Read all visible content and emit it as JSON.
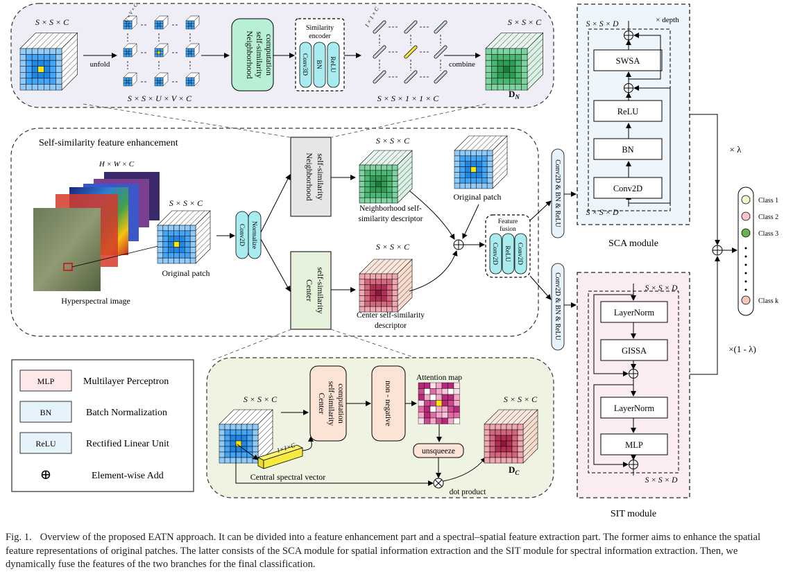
{
  "top_panel": {
    "input_dims": "S × S × C",
    "unfold_label": "unfold",
    "unfolded_dims": "S × S × U × V × C",
    "small_dims_uvc": "U × V × C",
    "neighborhood_computation": [
      "Neighborhood",
      "self-similarity",
      "computation"
    ],
    "similarity_encoder_title": [
      "Similarity",
      "encoder"
    ],
    "encoder_layers": [
      "Conv3D",
      "BN",
      "ReLU"
    ],
    "vector_dims_1c": "1 × 1 × C",
    "encoded_dims": "S × S × 1 × 1 × C",
    "combine_label": "combine",
    "output_dims": "S × S × C",
    "output_name": "D",
    "output_sub": "N"
  },
  "enhancement": {
    "title": "Self-similarity feature enhancement",
    "hsi_dims": "H × W × C",
    "hsi_label": "Hyperspectral image",
    "patch_dims": "S × S × C",
    "patch_label": "Original patch",
    "normalize_layers": [
      "Normalize",
      "Conv2D"
    ],
    "neighborhood_box": [
      "Neighborhood",
      "self-similarity"
    ],
    "center_box": [
      "Center",
      "self-similarity"
    ],
    "nss_dims": "S × S × C",
    "nss_label": [
      "Neighborhood self-",
      "similarity descriptor"
    ],
    "css_dims": "S × S × C",
    "css_label": [
      "Center self-similarity",
      "descriptor"
    ],
    "orig_patch_label": "Original patch",
    "fusion_title": [
      "Feature",
      "fusion"
    ],
    "fusion_layers": [
      "Conv2D",
      "ReLU",
      "Conv2D"
    ]
  },
  "branches": {
    "sca_input": "Conv2D & BN & ReLU",
    "sit_input": "Conv2D & BN & ReLU"
  },
  "sca": {
    "title": "SCA module",
    "depth_label": "× depth",
    "top_dims": "S × S × D",
    "bottom_dims": "S × S × D",
    "blocks": [
      "SWSA",
      "ReLU",
      "BN",
      "Conv2D"
    ],
    "weight_label": "× λ"
  },
  "sit": {
    "title": "SIT module",
    "top_dims": "S × S × D",
    "bottom_dims": "S × S × D",
    "blocks": [
      "LayerNorm",
      "GISSA",
      "LayerNorm",
      "MLP"
    ],
    "weight_label": "×(1 - λ)"
  },
  "classes": {
    "items": [
      {
        "label": "Class 1",
        "color": "#f3f6c8"
      },
      {
        "label": "Class 2",
        "color": "#f7c6cc"
      },
      {
        "label": "Class 3",
        "color": "#6ab04c"
      },
      {
        "label": "Class k",
        "color": "#f5c9b8"
      }
    ]
  },
  "center_detail": {
    "input_dims": "S × S × C",
    "computation": [
      "Center",
      "self-similarity",
      "computation"
    ],
    "nonneg": [
      "non - negative"
    ],
    "attention_label": "Attention map",
    "unsqueeze_label": "unsqueeze",
    "vector_dims": "1×1×C",
    "vector_label": "Central spectral vector",
    "dot_label": "dot product",
    "output_dims": "S × S × C",
    "output_name": "D",
    "output_sub": "C"
  },
  "legend": [
    {
      "abbr": "MLP",
      "text": "Multilayer Perceptron",
      "color": "#fde8ea"
    },
    {
      "abbr": "BN",
      "text": "Batch Normalization",
      "color": "#e6f3fb"
    },
    {
      "abbr": "ReLU",
      "text": "Rectified Linear Unit",
      "color": "#e6f3fb"
    },
    {
      "abbr": "⊕",
      "text": "Element-wise Add",
      "color": "#ffffff"
    }
  ],
  "caption": {
    "label": "Fig. 1.",
    "text": "Overview of the proposed EATN approach. It can be divided into a feature enhancement part and a spectral–spatial feature extraction part. The former aims to enhance the spatial feature representations of original patches. The latter consists of the SCA module for spatial information extraction and the SIT module for spectral information extraction. Then, we dynamically fuse the features of the two branches for the final classification."
  }
}
